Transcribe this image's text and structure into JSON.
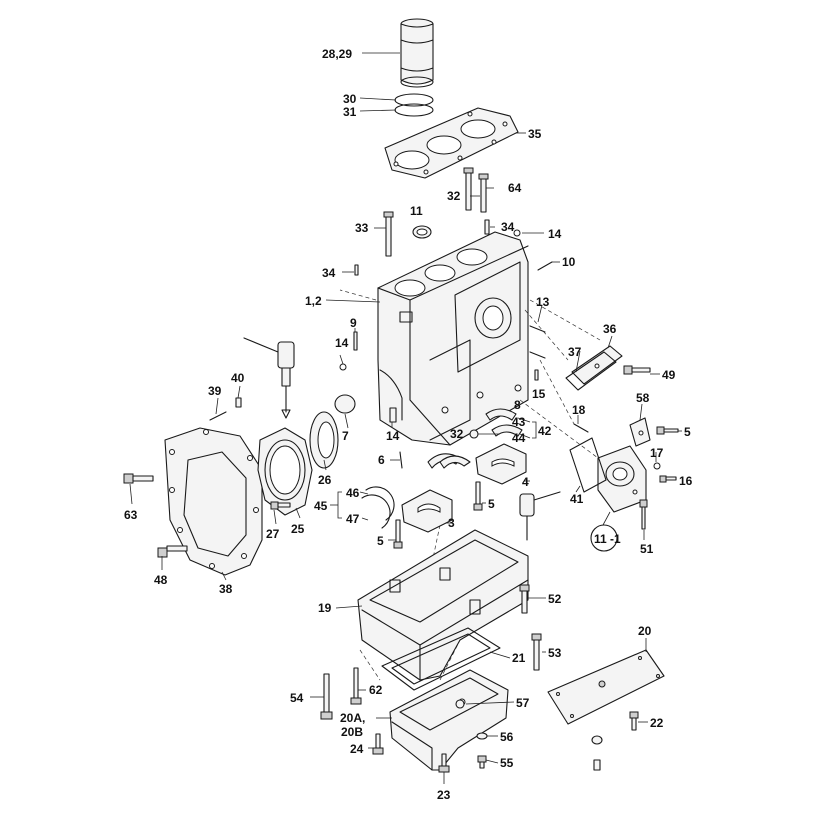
{
  "callouts": [
    {
      "id": "c-28-29",
      "label": "28,29"
    },
    {
      "id": "c-30",
      "label": "30"
    },
    {
      "id": "c-31",
      "label": "31"
    },
    {
      "id": "c-35",
      "label": "35"
    },
    {
      "id": "c-32a",
      "label": "32"
    },
    {
      "id": "c-64",
      "label": "64"
    },
    {
      "id": "c-33",
      "label": "33"
    },
    {
      "id": "c-11a",
      "label": "11"
    },
    {
      "id": "c-34a",
      "label": "34"
    },
    {
      "id": "c-14a",
      "label": "14"
    },
    {
      "id": "c-10",
      "label": "10"
    },
    {
      "id": "c-34b",
      "label": "34"
    },
    {
      "id": "c-1-2",
      "label": "1,2"
    },
    {
      "id": "c-13",
      "label": "13"
    },
    {
      "id": "c-9",
      "label": "9"
    },
    {
      "id": "c-36",
      "label": "36"
    },
    {
      "id": "c-37",
      "label": "37"
    },
    {
      "id": "c-14b",
      "label": "14"
    },
    {
      "id": "c-49",
      "label": "49"
    },
    {
      "id": "c-15",
      "label": "15"
    },
    {
      "id": "c-40",
      "label": "40"
    },
    {
      "id": "c-39",
      "label": "39"
    },
    {
      "id": "c-58",
      "label": "58"
    },
    {
      "id": "c-8",
      "label": "8"
    },
    {
      "id": "c-7",
      "label": "7"
    },
    {
      "id": "c-14c",
      "label": "14"
    },
    {
      "id": "c-18",
      "label": "18"
    },
    {
      "id": "c-5a",
      "label": "5"
    },
    {
      "id": "c-43",
      "label": "43"
    },
    {
      "id": "c-32b",
      "label": "32"
    },
    {
      "id": "c-42",
      "label": "42"
    },
    {
      "id": "c-44",
      "label": "44"
    },
    {
      "id": "c-17",
      "label": "17"
    },
    {
      "id": "c-6",
      "label": "6"
    },
    {
      "id": "c-16",
      "label": "16"
    },
    {
      "id": "c-26",
      "label": "26"
    },
    {
      "id": "c-4",
      "label": "4"
    },
    {
      "id": "c-41",
      "label": "41"
    },
    {
      "id": "c-46",
      "label": "46"
    },
    {
      "id": "c-5b",
      "label": "5"
    },
    {
      "id": "c-45",
      "label": "45"
    },
    {
      "id": "c-3",
      "label": "3"
    },
    {
      "id": "c-63",
      "label": "63"
    },
    {
      "id": "c-27",
      "label": "27"
    },
    {
      "id": "c-47",
      "label": "47"
    },
    {
      "id": "c-25",
      "label": "25"
    },
    {
      "id": "c-11-1",
      "label": "11 -1"
    },
    {
      "id": "c-51",
      "label": "51"
    },
    {
      "id": "c-5c",
      "label": "5"
    },
    {
      "id": "c-48",
      "label": "48"
    },
    {
      "id": "c-38",
      "label": "38"
    },
    {
      "id": "c-52",
      "label": "52"
    },
    {
      "id": "c-19",
      "label": "19"
    },
    {
      "id": "c-20",
      "label": "20"
    },
    {
      "id": "c-21",
      "label": "21"
    },
    {
      "id": "c-53",
      "label": "53"
    },
    {
      "id": "c-54",
      "label": "54"
    },
    {
      "id": "c-62",
      "label": "62"
    },
    {
      "id": "c-57",
      "label": "57"
    },
    {
      "id": "c-20ab-a",
      "label": "20A,"
    },
    {
      "id": "c-20ab-b",
      "label": "20B"
    },
    {
      "id": "c-22",
      "label": "22"
    },
    {
      "id": "c-56",
      "label": "56"
    },
    {
      "id": "c-24",
      "label": "24"
    },
    {
      "id": "c-55",
      "label": "55"
    },
    {
      "id": "c-23",
      "label": "23"
    }
  ]
}
